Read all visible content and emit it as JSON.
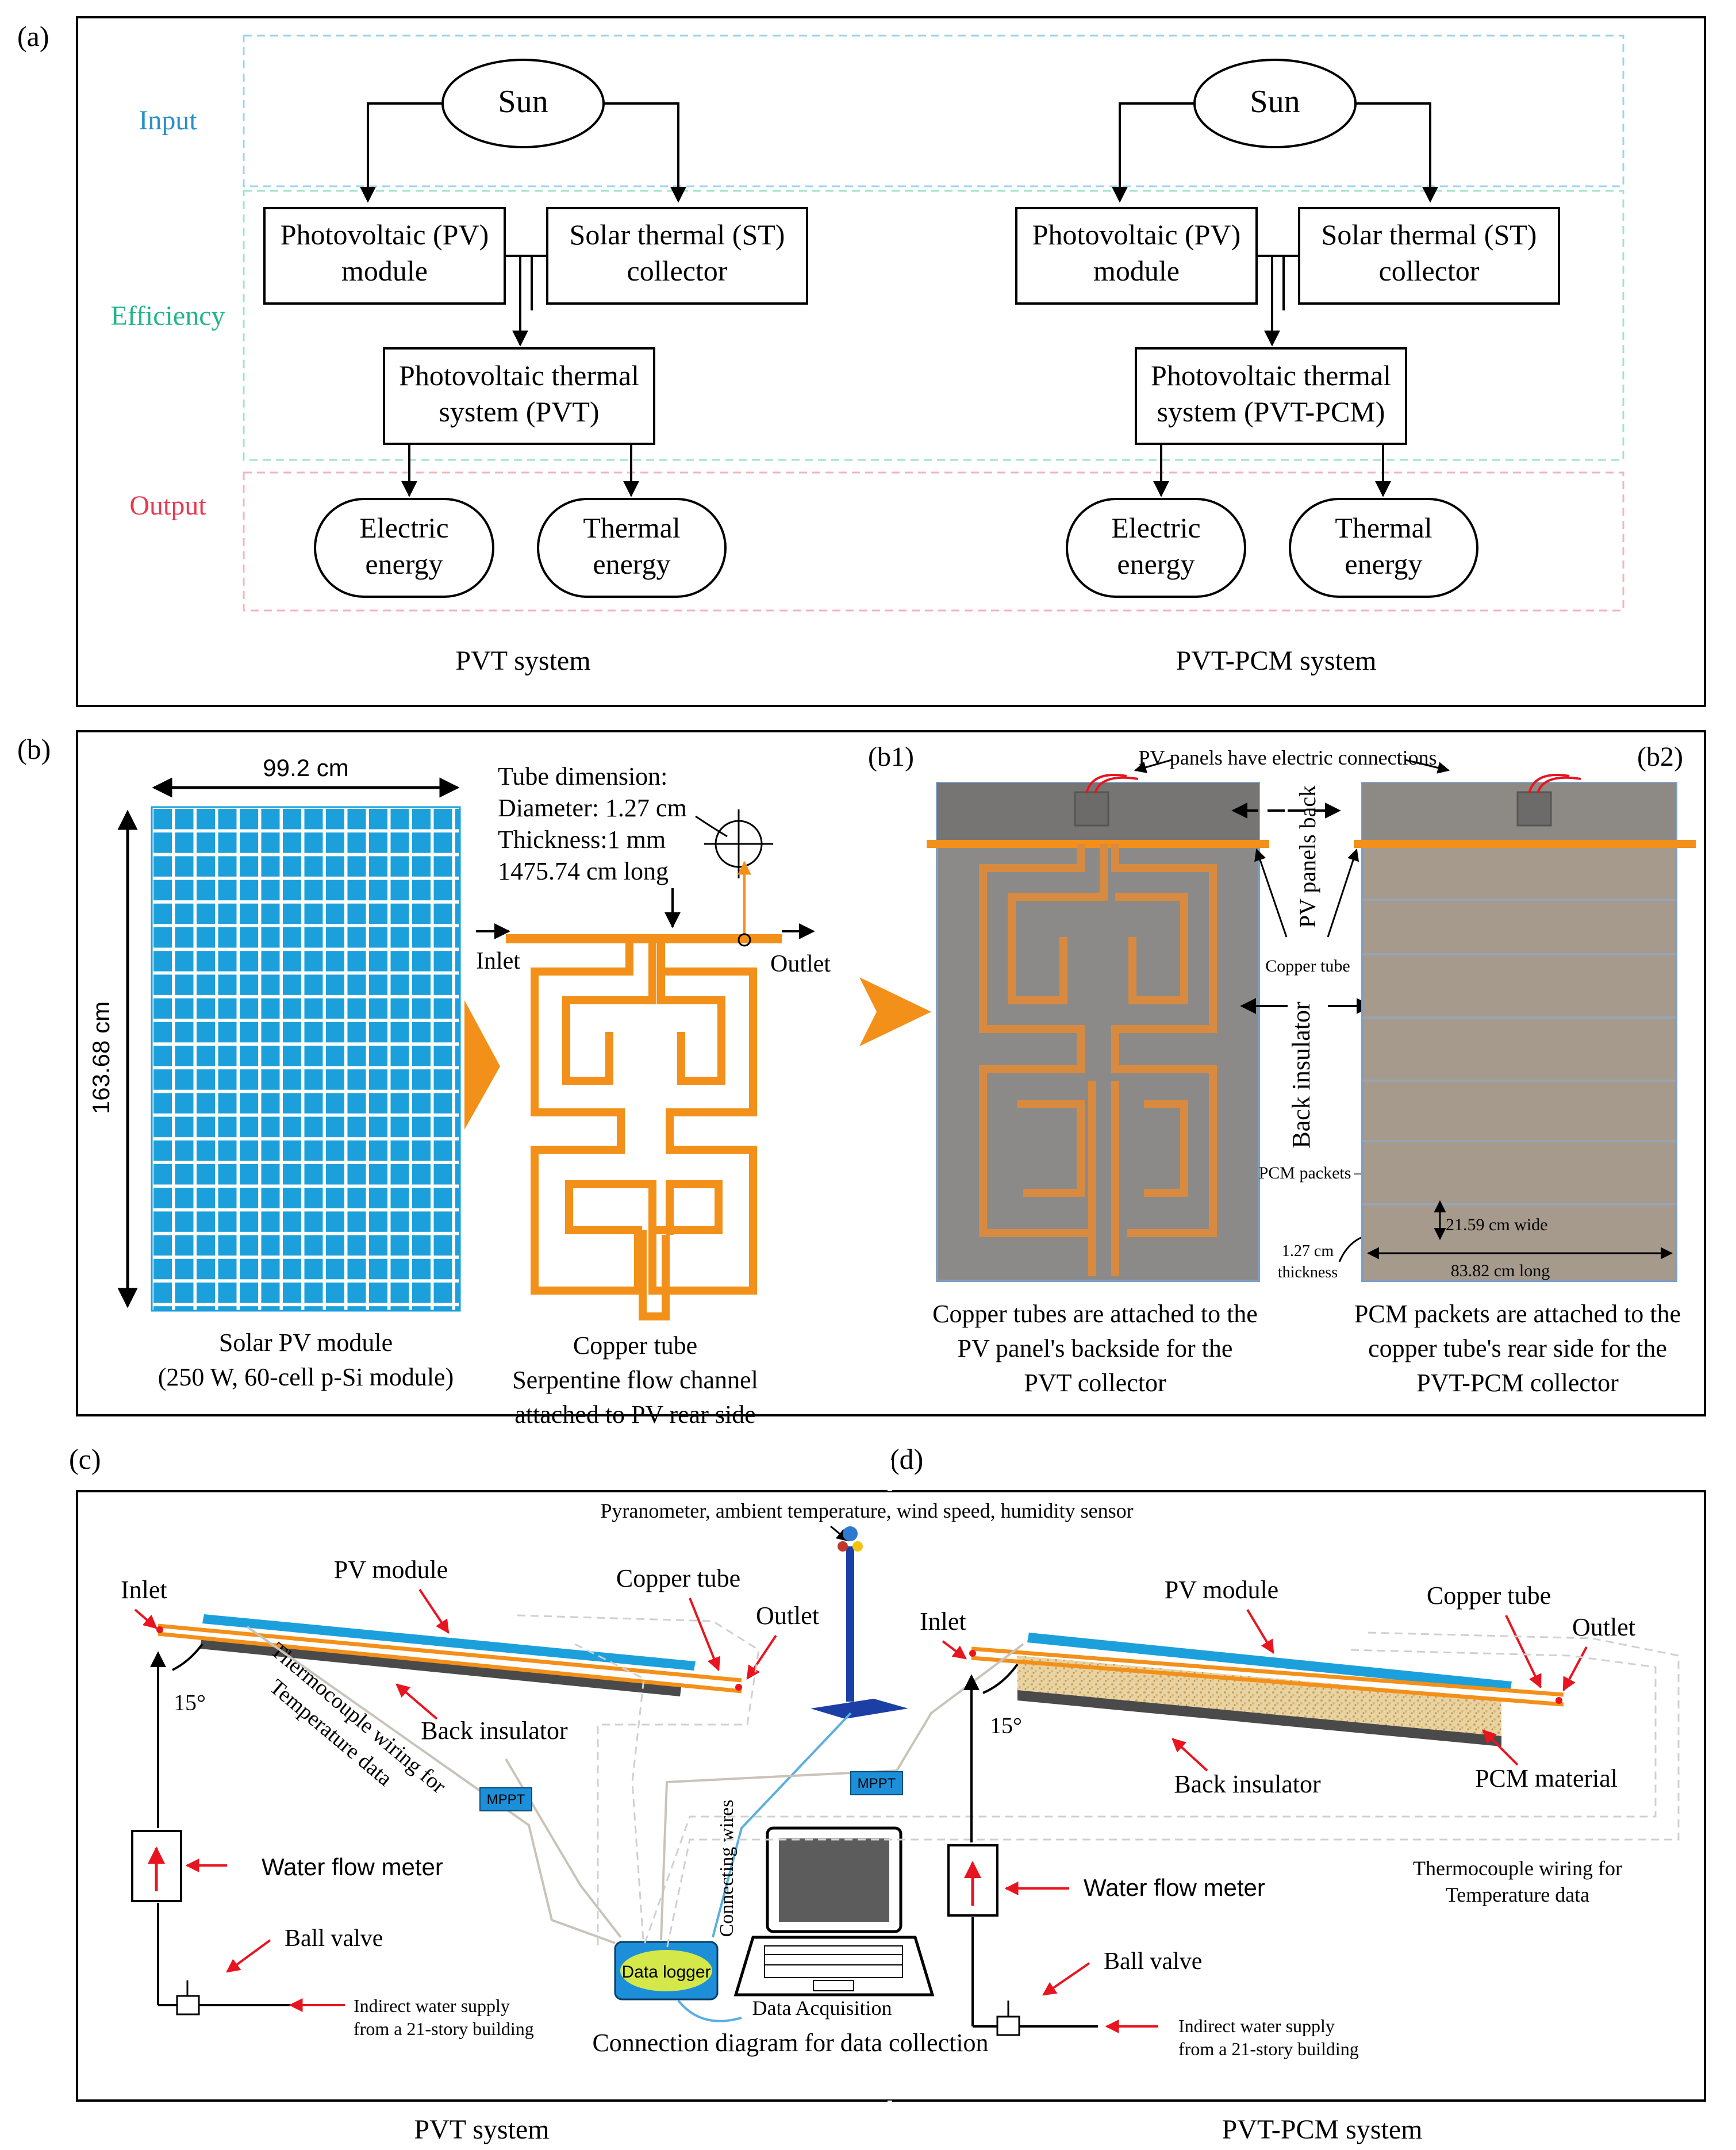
{
  "panel_a": {
    "label": "(a)",
    "rows": {
      "input": "Input",
      "efficiency": "Efficiency",
      "output": "Output"
    },
    "colors": {
      "input": "#2a8fc7",
      "efficiency": "#20b58a",
      "output": "#e8394f"
    },
    "systems": [
      {
        "sun": "Sun",
        "pv_line1": "Photovoltaic (PV)",
        "pv_line2": "module",
        "st_line1": "Solar thermal (ST)",
        "st_line2": "collector",
        "sys_line1": "Photovoltaic thermal",
        "sys_line2": "system (PVT)",
        "elec_line1": "Electric",
        "elec_line2": "energy",
        "therm_line1": "Thermal",
        "therm_line2": "energy",
        "caption": "PVT system"
      },
      {
        "sun": "Sun",
        "pv_line1": "Photovoltaic (PV)",
        "pv_line2": "module",
        "st_line1": "Solar thermal (ST)",
        "st_line2": "collector",
        "sys_line1": "Photovoltaic thermal",
        "sys_line2": "system (PVT-PCM)",
        "elec_line1": "Electric",
        "elec_line2": "energy",
        "therm_line1": "Thermal",
        "therm_line2": "energy",
        "caption": "PVT-PCM system"
      }
    ]
  },
  "panel_b": {
    "label": "(b)",
    "width_dim": "99.2 cm",
    "height_dim": "163.68 cm",
    "pv_caption1": "Solar PV module",
    "pv_caption2": "(250 W, 60-cell p-Si module)",
    "tube_dims": [
      "Tube dimension:",
      "Diameter: 1.27 cm",
      "Thickness:1 mm",
      "1475.74 cm long"
    ],
    "inlet": "Inlet",
    "outlet": "Outlet",
    "tube_caption": [
      "Copper tube",
      "Serpentine flow channel",
      "attached to PV rear side"
    ],
    "b1_label": "(b1)",
    "b2_label": "(b2)",
    "electric_note": "PV panels have electric connections",
    "pv_back": "PV panels back",
    "copper_tube": "Copper tube",
    "back_insulator": "Back insulator",
    "pcm_packets": "PCM packets",
    "packet_wide": "21.59 cm wide",
    "packet_long": "83.82 cm long",
    "thickness": [
      "1.27 cm",
      "thickness"
    ],
    "b1_caption": [
      "Copper tubes are attached to the",
      "PV panel's backside for the",
      "PVT collector"
    ],
    "b2_caption": [
      "PCM packets are attached to the",
      "copper tube's rear side for the",
      "PVT-PCM collector"
    ]
  },
  "panel_c": {
    "label": "(c)",
    "sensor": "Pyranometer, ambient temperature, wind speed, humidity sensor",
    "inlet": "Inlet",
    "pv_module": "PV module",
    "copper_tube": "Copper tube",
    "outlet": "Outlet",
    "angle": "15°",
    "back_insulator": "Back insulator",
    "wiring": [
      "Thermocouple wiring for",
      "Temperature data"
    ],
    "mppt": "MPPT",
    "flow_meter": "Water flow meter",
    "ball_valve": "Ball valve",
    "supply": [
      "Indirect water supply",
      "from a 21-story building"
    ],
    "data_logger": "Data logger",
    "connecting_wires": "Connecting wires",
    "data_acq": "Data Acquisition",
    "connection_caption": "Connection diagram for data collection",
    "caption": "PVT system"
  },
  "panel_d": {
    "label": "(d)",
    "inlet": "Inlet",
    "pv_module": "PV module",
    "copper_tube": "Copper tube",
    "outlet": "Outlet",
    "angle": "15°",
    "back_insulator": "Back insulator",
    "pcm_material": "PCM material",
    "wiring": [
      "Thermocouple wiring for",
      "Temperature data"
    ],
    "mppt": "MPPT",
    "flow_meter": "Water flow meter",
    "ball_valve": "Ball valve",
    "supply": [
      "Indirect water supply",
      "from a 21-story building"
    ],
    "caption": "PVT-PCM system"
  }
}
